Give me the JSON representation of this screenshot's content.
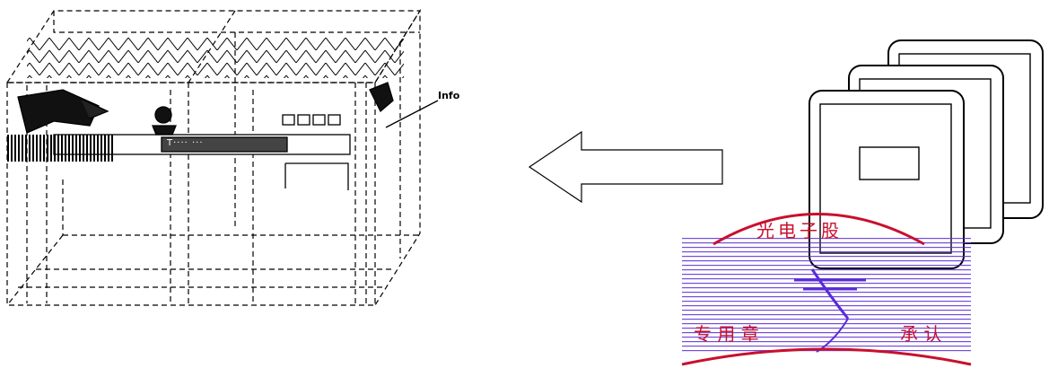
{
  "machine": {
    "panel_label": "Info",
    "display_text": "T···· ···"
  },
  "stamp": {
    "arc_text": "光电子股",
    "left_text": "专 用 章",
    "right_text": "承 认",
    "color": "#c8102e",
    "stripe_color": "#5a2bd6"
  },
  "arrow": {
    "direction": "left"
  },
  "cards": {
    "count": 3
  },
  "icons": [
    "tunnel-machine-icon",
    "arrow-left-icon",
    "stacked-cards-icon",
    "approval-stamp-icon"
  ]
}
